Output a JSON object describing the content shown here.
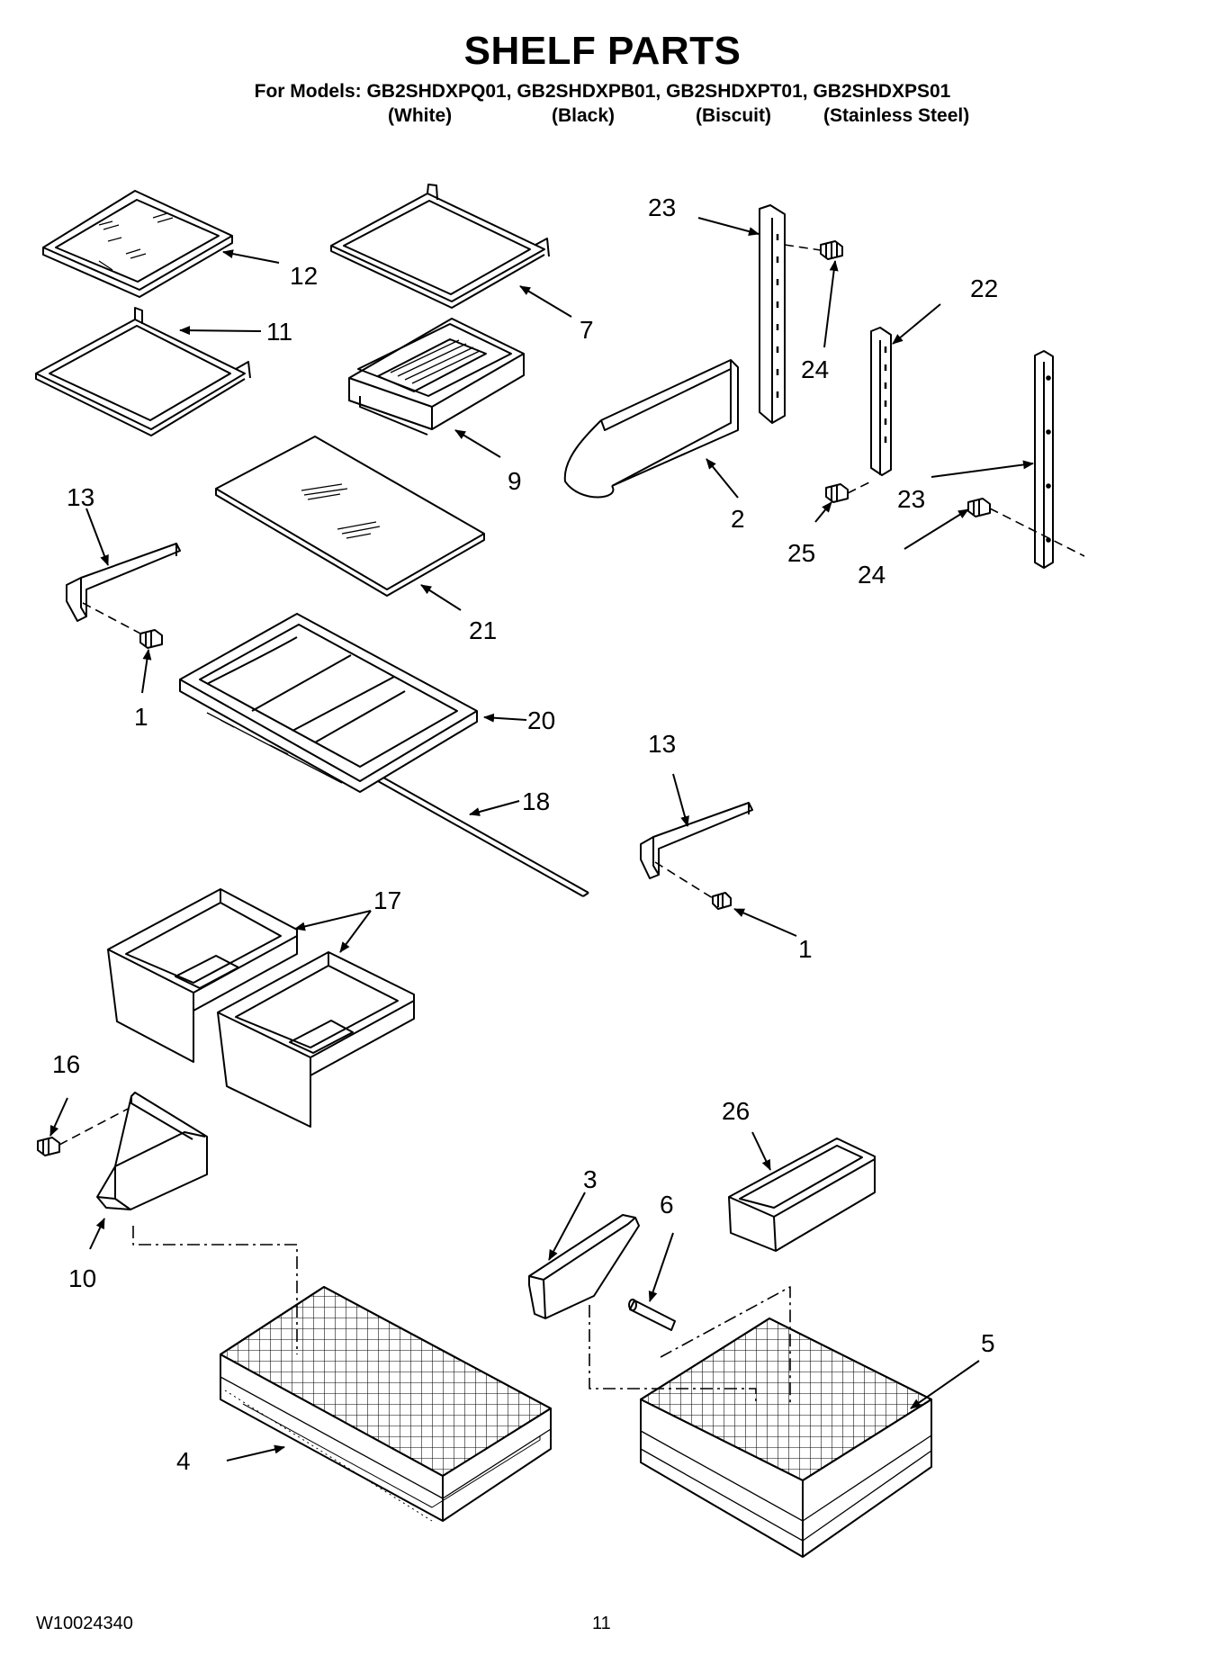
{
  "title": "SHELF PARTS",
  "models_line": "For Models: GB2SHDXPQ01, GB2SHDXPB01, GB2SHDXPT01, GB2SHDXPS01",
  "model_colors": [
    "(White)",
    "(Black)",
    "(Biscuit)",
    "(Stainless Steel)"
  ],
  "callouts": {
    "c1a": "1",
    "c1b": "1",
    "c2": "2",
    "c3": "3",
    "c4": "4",
    "c5": "5",
    "c6": "6",
    "c7": "7",
    "c9": "9",
    "c10": "10",
    "c11": "11",
    "c12": "12",
    "c13a": "13",
    "c13b": "13",
    "c16": "16",
    "c17": "17",
    "c18": "18",
    "c20": "20",
    "c21": "21",
    "c22": "22",
    "c23a": "23",
    "c23b": "23",
    "c24a": "24",
    "c24b": "24",
    "c25": "25",
    "c26": "26"
  },
  "footer": {
    "doc_number": "W10024340",
    "page_number": "11"
  }
}
